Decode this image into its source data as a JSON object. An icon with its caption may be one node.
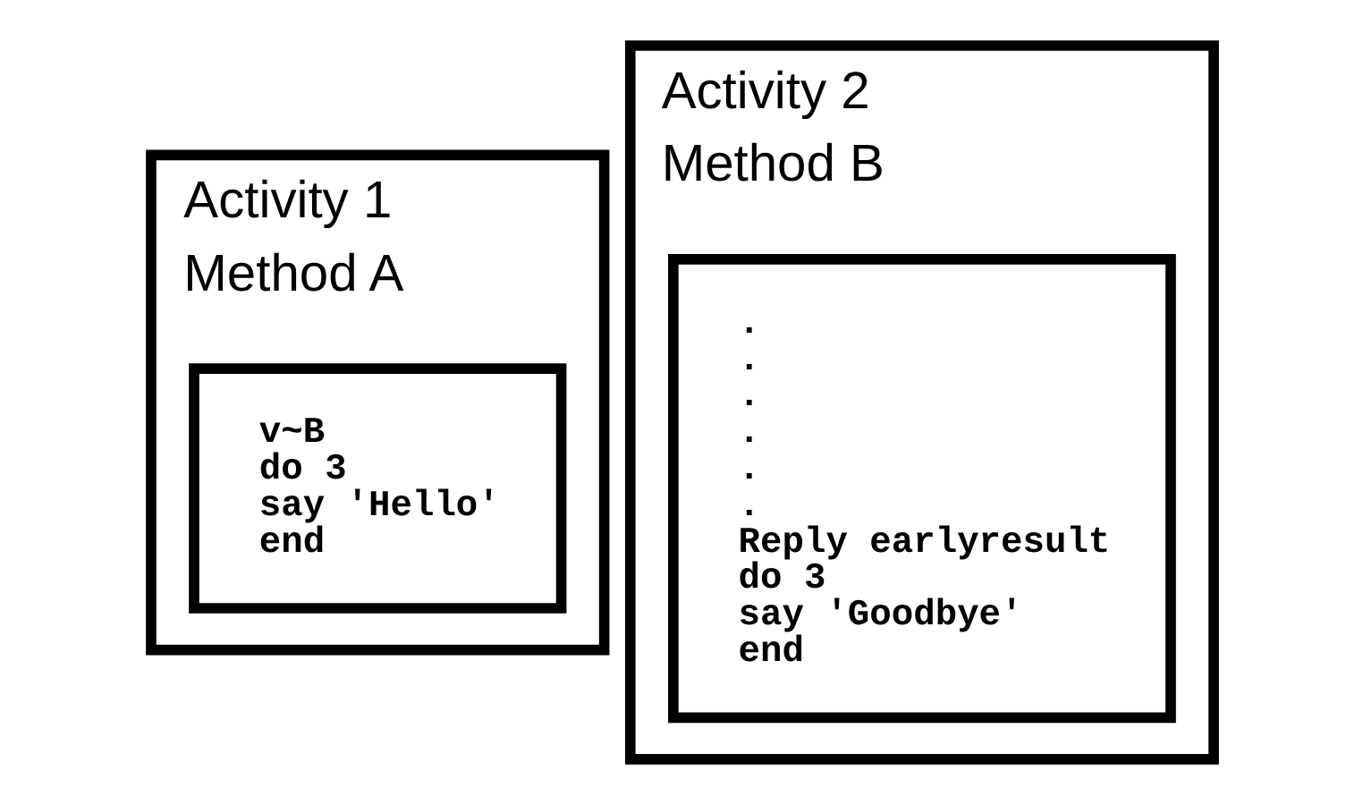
{
  "diagram": {
    "nodes": [
      {
        "text": [
          "Activity 1",
          "Method A"
        ]
      },
      {
        "text": [
          "v~B",
          "do 3",
          "say 'Hello'",
          "end"
        ],
        "in": 0
      },
      {
        "text": [
          "Activity 2",
          "Method B"
        ]
      },
      {
        "text": [
          ".",
          ".",
          ".",
          ".",
          ".",
          ".",
          "Reply earlyresult",
          "do 3",
          "say 'Goodbye'",
          "end"
        ],
        "in": 2
      }
    ],
    "edges": []
  }
}
